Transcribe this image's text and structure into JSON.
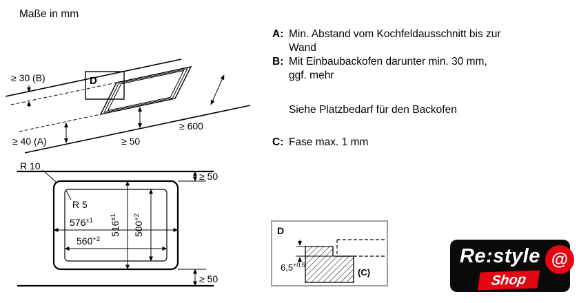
{
  "title": "Maße in mm",
  "perspective": {
    "label_d": "D",
    "dim_b": "≥ 30 (B)",
    "dim_a": "≥ 40 (A)",
    "dim_600": "≥ 600",
    "dim_50": "≥ 50"
  },
  "plan": {
    "r_outer": "R 10",
    "r_inner": "R 5",
    "width_outer": "576",
    "width_outer_tol": "±1",
    "width_inner": "560",
    "width_inner_tol": "+2",
    "height_outer": "516",
    "height_outer_tol": "±1",
    "height_inner": "500",
    "height_inner_tol": "+2",
    "clearance_top": "≥ 50",
    "clearance_bottom": "≥ 50"
  },
  "notes": [
    {
      "key": "A:",
      "lines": [
        "Min. Abstand vom Kochfeldausschnitt bis zur",
        "Wand"
      ]
    },
    {
      "key": "B:",
      "lines": [
        "Mit Einbaubackofen darunter min. 30 mm,",
        "ggf. mehr"
      ]
    },
    {
      "key": "",
      "lines": [
        "Siehe Platzbedarf für den Backofen"
      ]
    },
    {
      "key": "C:",
      "lines": [
        "Fase max. 1 mm"
      ]
    }
  ],
  "detail": {
    "label": "D",
    "depth": "6,5",
    "depth_tol": "+0,5",
    "chamfer_ref": "(C)"
  },
  "logo": {
    "name": "Re:style",
    "sub": "Shop",
    "at": "@",
    "red": "#e30613"
  }
}
